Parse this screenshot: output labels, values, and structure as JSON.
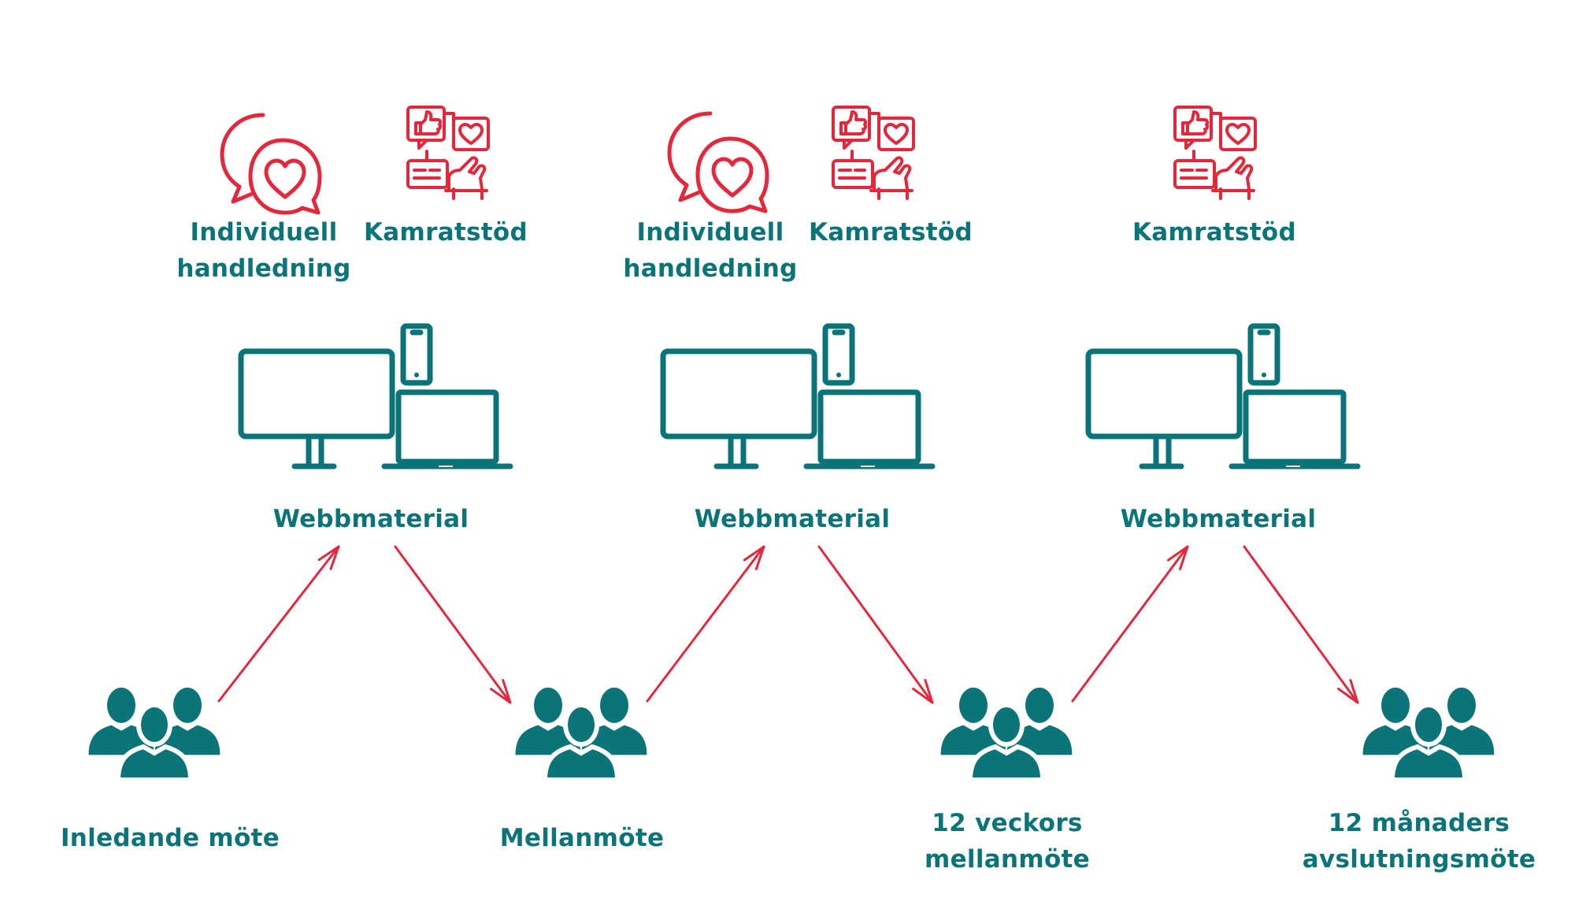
{
  "colors": {
    "teal": "#0b7478",
    "red": "#e2283a"
  },
  "top_groups": [
    {
      "support": [
        {
          "icon": "heart-chat-icon",
          "label": [
            "Individuell",
            "handledning"
          ]
        },
        {
          "icon": "thumbs-up-chat-icon",
          "label": [
            "Kamratstöd"
          ]
        }
      ]
    },
    {
      "support": [
        {
          "icon": "heart-chat-icon",
          "label": [
            "Individuell",
            "handledning"
          ]
        },
        {
          "icon": "thumbs-up-chat-icon",
          "label": [
            "Kamratstöd"
          ]
        }
      ]
    },
    {
      "support": [
        {
          "icon": "thumbs-up-chat-icon",
          "label": [
            "Kamratstöd"
          ]
        }
      ]
    }
  ],
  "web_material": [
    {
      "icon": "devices-icon",
      "label": "Webbmaterial"
    },
    {
      "icon": "devices-icon",
      "label": "Webbmaterial"
    },
    {
      "icon": "devices-icon",
      "label": "Webbmaterial"
    }
  ],
  "meetings": [
    {
      "icon": "group-icon",
      "label": [
        "Inledande möte"
      ]
    },
    {
      "icon": "group-icon",
      "label": [
        "Mellanmöte"
      ]
    },
    {
      "icon": "group-icon",
      "label": [
        "12 veckors",
        "mellanmöte"
      ]
    },
    {
      "icon": "group-icon",
      "label": [
        "12 månaders",
        "avslutningsmöte"
      ]
    }
  ]
}
